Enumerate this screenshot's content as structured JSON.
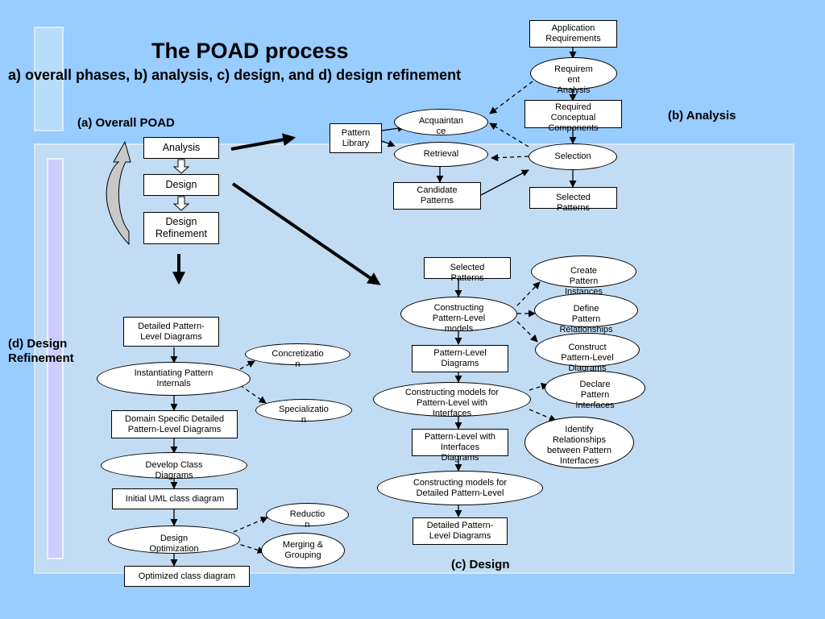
{
  "title": "The POAD process",
  "subtitle": "a) overall phases, b) analysis, c) design, and d) design refinement",
  "sections": {
    "overall": "(a) Overall POAD",
    "analysis": "(b) Analysis",
    "design": "(c) Design",
    "refinement": "(d) Design\nRefinement"
  },
  "overall": {
    "analysis": "Analysis",
    "design": "Design",
    "refinement": "Design\nRefinement"
  },
  "analysis": {
    "app_requirements": "Application\nRequirements",
    "req_analysis": "Requirem\nent\nAnalysis",
    "required_components": "Required\nConceptual\nComponents",
    "selection": "Selection",
    "selected_patterns": "Selected\nPatterns",
    "pattern_library": "Pattern\nLibrary",
    "acquaintance": "Acquaintan\nce",
    "retrieval": "Retrieval",
    "candidate_patterns": "Candidate\nPatterns"
  },
  "design": {
    "selected_patterns": "Selected\nPatterns",
    "constructing_pl_models": "Constructing\nPattern-Level\nmodels",
    "create_instances": "Create\nPattern\nInstances",
    "define_relationships": "Define\nPattern\nRelationships",
    "construct_diagrams": "Construct\nPattern-Level\nDiagrams",
    "pl_diagrams": "Pattern-Level\nDiagrams",
    "constructing_interfaces": "Constructing models for\nPattern-Level with\nInterfaces",
    "declare_interfaces": "Declare\nPattern\nInterfaces",
    "identify_relationships": "Identify\nRelationships\nbetween Pattern\nInterfaces",
    "pl_with_interfaces": "Pattern-Level with\nInterfaces\nDiagrams",
    "constructing_detailed": "Constructing models for\nDetailed Pattern-Level",
    "detailed_pl_diagrams": "Detailed Pattern-\nLevel Diagrams"
  },
  "refinement": {
    "detailed_pl_diagrams": "Detailed Pattern-\nLevel Diagrams",
    "instantiating": "Instantiating Pattern\nInternals",
    "concretization": "Concretizatio\nn",
    "specialization": "Specializatio\nn",
    "domain_specific": "Domain Specific Detailed\nPattern-Level Diagrams",
    "develop_class": "Develop Class\nDiagrams",
    "initial_uml": "Initial UML class diagram",
    "design_optimization": "Design\nOptimization",
    "reduction": "Reductio\nn",
    "merging": "Merging &\nGrouping",
    "optimized": "Optimized class diagram"
  },
  "colors": {
    "background": "#99ccff",
    "panel": "#c2dcf4",
    "curved_arrow": "#c8c8c8"
  }
}
